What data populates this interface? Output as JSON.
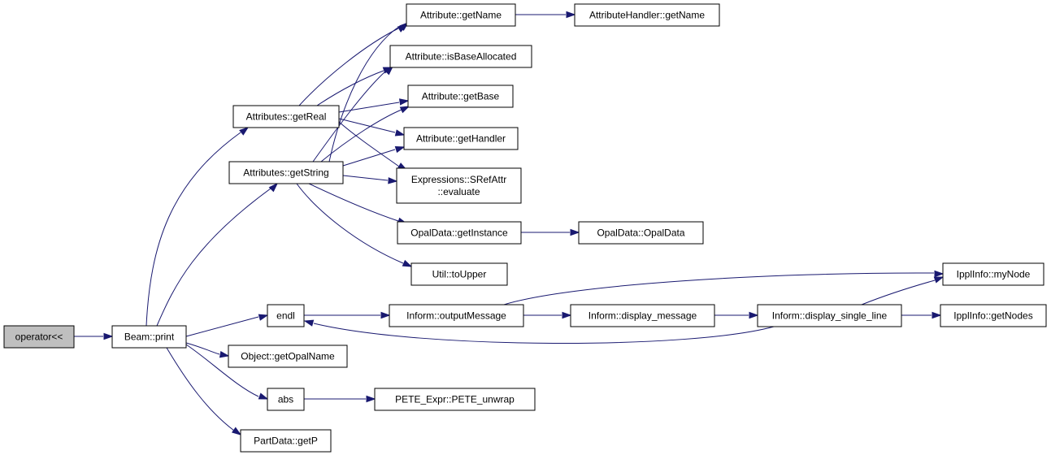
{
  "colors": {
    "edge": "#191970",
    "root_fill": "#bfbfbf",
    "node_fill": "#ffffff",
    "border": "#000000"
  },
  "nodes": [
    {
      "id": "n_operator",
      "lines": [
        "operator<<"
      ],
      "root": true
    },
    {
      "id": "n_beam_print",
      "lines": [
        "Beam::print"
      ]
    },
    {
      "id": "n_attrs_getreal",
      "lines": [
        "Attributes::getReal"
      ]
    },
    {
      "id": "n_attrs_getstring",
      "lines": [
        "Attributes::getString"
      ]
    },
    {
      "id": "n_endl",
      "lines": [
        "endl"
      ]
    },
    {
      "id": "n_object_getopalname",
      "lines": [
        "Object::getOpalName"
      ]
    },
    {
      "id": "n_abs",
      "lines": [
        "abs"
      ]
    },
    {
      "id": "n_partdata_getp",
      "lines": [
        "PartData::getP"
      ]
    },
    {
      "id": "n_attr_getname",
      "lines": [
        "Attribute::getName"
      ]
    },
    {
      "id": "n_attr_isbaseallocated",
      "lines": [
        "Attribute::isBaseAllocated"
      ]
    },
    {
      "id": "n_attr_getbase",
      "lines": [
        "Attribute::getBase"
      ]
    },
    {
      "id": "n_attr_gethandler",
      "lines": [
        "Attribute::getHandler"
      ]
    },
    {
      "id": "n_expr_srefattr",
      "lines": [
        "Expressions::SRefAttr",
        "::evaluate"
      ]
    },
    {
      "id": "n_opaldata_getinstance",
      "lines": [
        "OpalData::getInstance"
      ]
    },
    {
      "id": "n_util_toupper",
      "lines": [
        "Util::toUpper"
      ]
    },
    {
      "id": "n_inform_outputmessage",
      "lines": [
        "Inform::outputMessage"
      ]
    },
    {
      "id": "n_pete_unwrap",
      "lines": [
        "PETE_Expr::PETE_unwrap"
      ]
    },
    {
      "id": "n_attrhandler_getname",
      "lines": [
        "AttributeHandler::getName"
      ]
    },
    {
      "id": "n_opaldata_opaldata",
      "lines": [
        "OpalData::OpalData"
      ]
    },
    {
      "id": "n_inform_display_message",
      "lines": [
        "Inform::display_message"
      ]
    },
    {
      "id": "n_inform_display_single_line",
      "lines": [
        "Inform::display_single_line"
      ]
    },
    {
      "id": "n_ipplinfo_mynode",
      "lines": [
        "IpplInfo::myNode"
      ]
    },
    {
      "id": "n_ipplinfo_getnodes",
      "lines": [
        "IpplInfo::getNodes"
      ]
    }
  ]
}
